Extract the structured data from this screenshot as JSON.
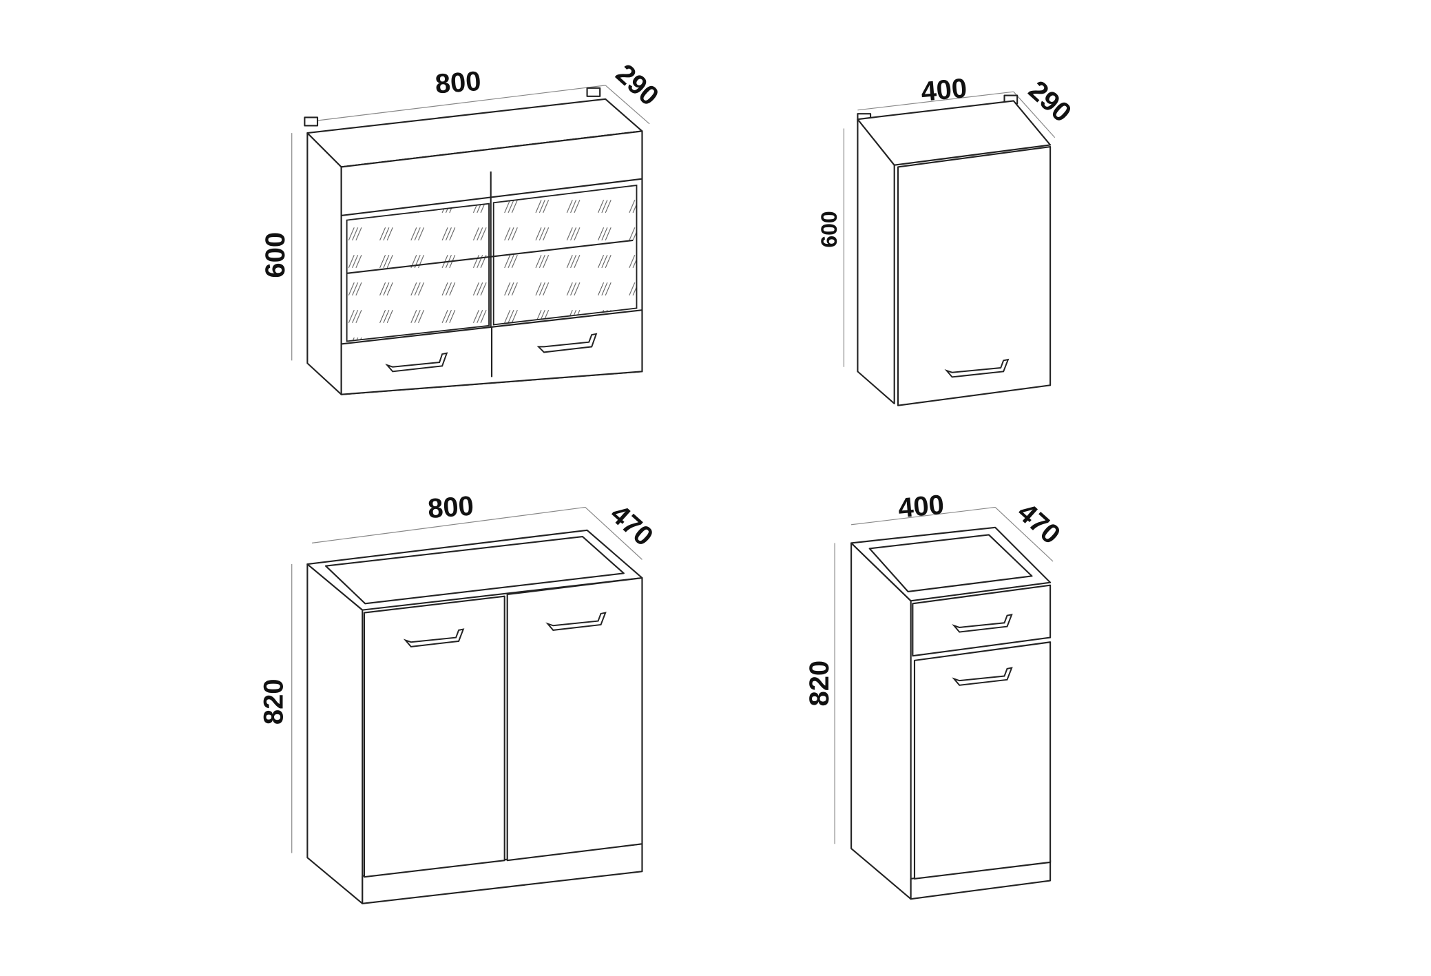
{
  "diagram": {
    "cabinets": [
      {
        "name": "wall-glass-cabinet-800",
        "width_label": "800",
        "depth_label": "290",
        "height_label": "600"
      },
      {
        "name": "wall-cabinet-400",
        "width_label": "400",
        "depth_label": "290",
        "height_label": "600"
      },
      {
        "name": "base-cabinet-800",
        "width_label": "800",
        "depth_label": "470",
        "height_label": "820"
      },
      {
        "name": "base-drawer-cabinet-400",
        "width_label": "400",
        "depth_label": "470",
        "height_label": "820"
      }
    ],
    "colors": {
      "line": "#222222",
      "dimension_line": "#888888",
      "background": "#ffffff"
    }
  }
}
